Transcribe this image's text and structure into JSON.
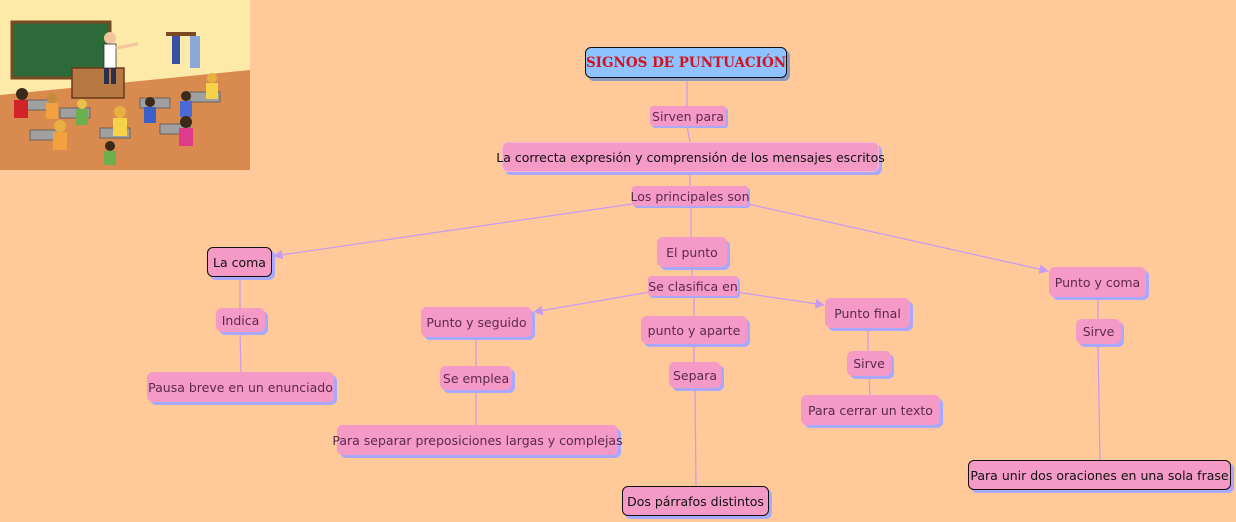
{
  "colors": {
    "background": "#ffc999",
    "node_fill": "#f59ac6",
    "shadow": "#a8a8ff",
    "link": "#c79bf0",
    "title_fill": "#8ec3ff",
    "title_text": "#d4121b"
  },
  "illustration": {
    "icon": "classroom-illustration"
  },
  "concept_map": {
    "title": "SIGNOS DE PUNTUACIÓN",
    "link_sirven_para": "Sirven para",
    "purpose": "La correcta expresión y comprensión de los mensajes escritos",
    "link_principales": "Los principales son",
    "coma": {
      "label": "La coma",
      "link": "Indica",
      "detail": "Pausa breve en un enunciado"
    },
    "punto": {
      "label": "El punto",
      "link": "Se clasifica en",
      "seguido": {
        "label": "Punto y seguido",
        "link": "Se emplea",
        "detail": "Para separar preposiciones largas y complejas"
      },
      "aparte": {
        "label": "punto y aparte",
        "link": "Separa",
        "detail": "Dos párrafos distintos"
      },
      "final": {
        "label": "Punto final",
        "link": "Sirve",
        "detail": "Para cerrar un texto"
      }
    },
    "punto_y_coma": {
      "label": "Punto y coma",
      "link": "Sirve",
      "detail": "Para unir dos oraciones en una sola frase"
    }
  }
}
